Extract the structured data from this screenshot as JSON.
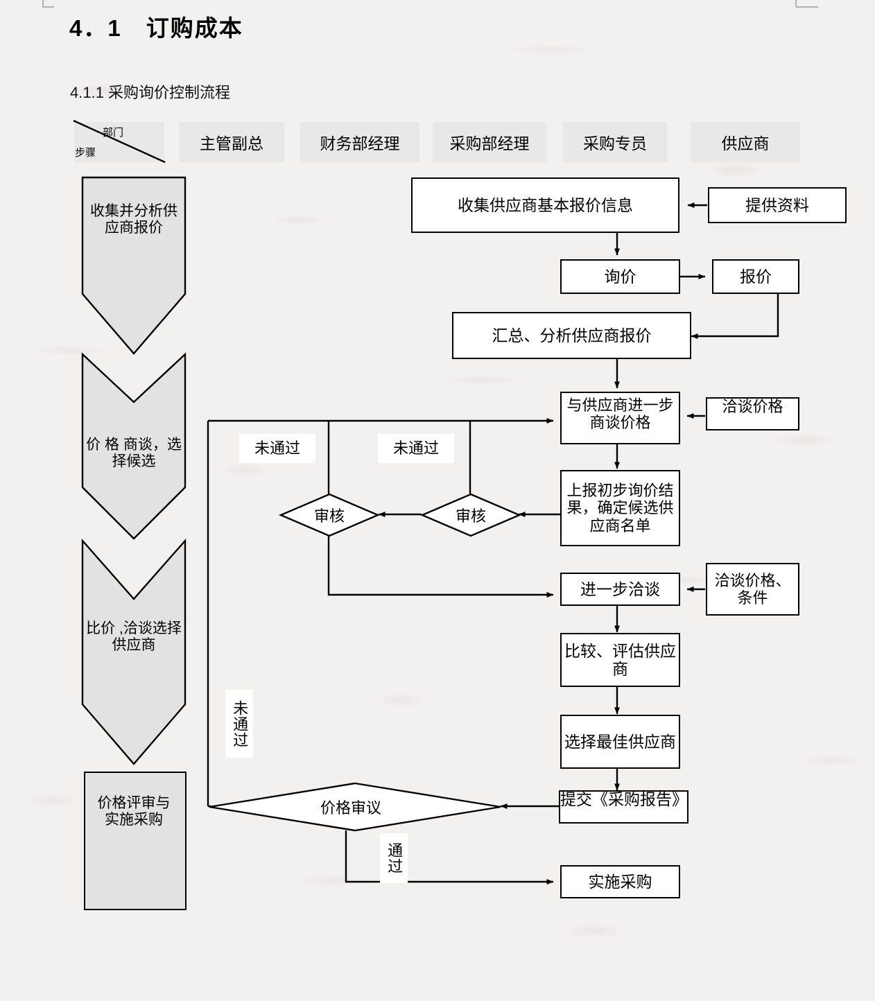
{
  "document": {
    "title": "4．1　订购成本",
    "subtitle": "4.1.1 采购询价控制流程"
  },
  "matrix_header": {
    "corner": {
      "dept_label": "部门",
      "step_label": "步骤"
    },
    "columns": [
      {
        "label": "主管副总"
      },
      {
        "label": "财务部经理"
      },
      {
        "label": "采购部经理"
      },
      {
        "label": "采购专员"
      },
      {
        "label": "供应商"
      }
    ]
  },
  "steps": [
    {
      "label": "收集并分析供应商报价",
      "shape": "chevron-start"
    },
    {
      "label": "价 格 商谈，选择候选",
      "shape": "chevron"
    },
    {
      "label": "比价 ,洽谈选择供应商",
      "shape": "chevron"
    },
    {
      "label": "价格评审与实施采购",
      "shape": "rectangle"
    }
  ],
  "nodes": [
    {
      "id": "collect-quotes",
      "label": "收集供应商基本报价信息"
    },
    {
      "id": "provide-materials",
      "label": "提供资料"
    },
    {
      "id": "inquiry",
      "label": "询价"
    },
    {
      "id": "quotation",
      "label": "报价"
    },
    {
      "id": "summarize-analyze",
      "label": "汇总、分析供应商报价"
    },
    {
      "id": "negotiate-price",
      "label": "与供应商进一步商谈价格"
    },
    {
      "id": "negotiate-price-tag",
      "label": "洽谈价格"
    },
    {
      "id": "report-candidates",
      "label": "上报初步询价结果，确定候选供应商名单"
    },
    {
      "id": "review-a",
      "label": "审核"
    },
    {
      "id": "review-b",
      "label": "审核"
    },
    {
      "id": "further-negotiate",
      "label": "进一步洽谈"
    },
    {
      "id": "negotiate-terms-tag",
      "label": "洽谈价格、条件"
    },
    {
      "id": "compare-evaluate",
      "label": "比较、评估供应商"
    },
    {
      "id": "select-best",
      "label": "选择最佳供应商"
    },
    {
      "id": "submit-report",
      "label": "提交《采购报告》"
    },
    {
      "id": "price-review",
      "label": "价格审议"
    },
    {
      "id": "execute-purchase",
      "label": "实施采购"
    }
  ],
  "edge_labels": {
    "not_passed_1": "未通过",
    "not_passed_2": "未通过",
    "not_passed_3": "未通过",
    "passed": "通过"
  },
  "colors": {
    "page_background": "#f3f1ef",
    "header_cell": "#e8e8e8",
    "step_fill": "#e2e2e2",
    "node_fill": "#ffffff",
    "line": "#000000"
  }
}
